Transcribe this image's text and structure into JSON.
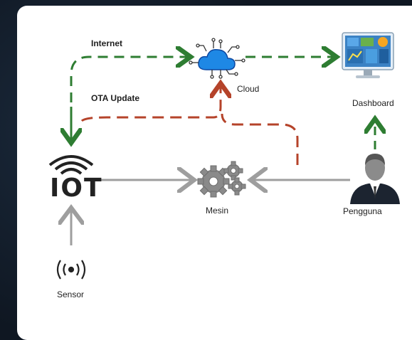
{
  "labels": {
    "internet": "Internet",
    "ota_update": "OTA Update",
    "cloud": "Cloud",
    "dashboard": "Dashboard",
    "iot": "IOT",
    "mesin": "Mesin",
    "pengguna": "Pengguna",
    "sensor": "Sensor"
  },
  "colors": {
    "green_arrow": "#2e7d32",
    "red_arrow": "#b5432a",
    "grey_arrow": "#9e9e9e",
    "cloud_blue": "#1e88e5",
    "icon_dark": "#222222"
  },
  "icons": [
    "cloud-icon",
    "dashboard-monitor-icon",
    "iot-wifi-icon",
    "gears-icon",
    "user-icon",
    "sensor-icon"
  ]
}
